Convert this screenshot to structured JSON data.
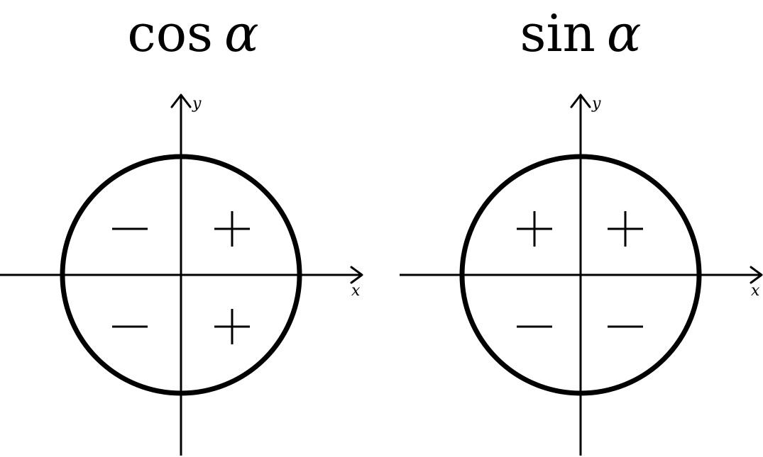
{
  "panels": [
    {
      "id": "cos",
      "title_fn": "cos",
      "title_var": "α",
      "axis_x_label": "x",
      "axis_y_label": "y",
      "quadrant_signs": {
        "I": "+",
        "II": "−",
        "III": "−",
        "IV": "+"
      }
    },
    {
      "id": "sin",
      "title_fn": "sin",
      "title_var": "α",
      "axis_x_label": "x",
      "axis_y_label": "y",
      "quadrant_signs": {
        "I": "+",
        "II": "+",
        "III": "−",
        "IV": "−"
      }
    }
  ]
}
